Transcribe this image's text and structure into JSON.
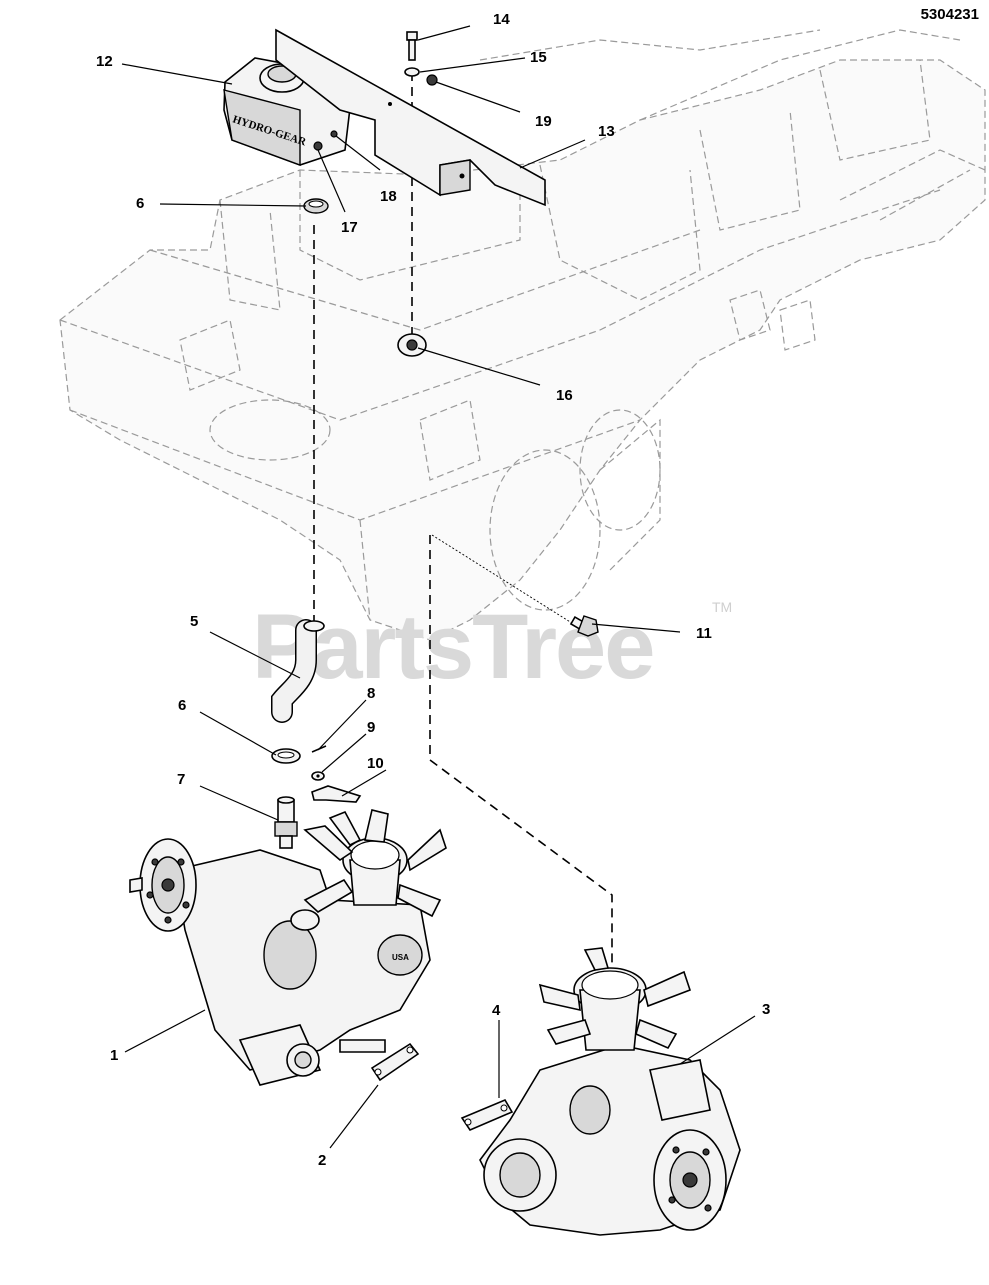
{
  "document_number": "5304231",
  "watermark": "PartsTree",
  "trademark": "TM",
  "tank_label": "HYDRO-GEAR",
  "callouts": [
    {
      "id": "1",
      "label": "1"
    },
    {
      "id": "2",
      "label": "2"
    },
    {
      "id": "3",
      "label": "3"
    },
    {
      "id": "4",
      "label": "4"
    },
    {
      "id": "5",
      "label": "5"
    },
    {
      "id": "6a",
      "label": "6"
    },
    {
      "id": "6b",
      "label": "6"
    },
    {
      "id": "7",
      "label": "7"
    },
    {
      "id": "8",
      "label": "8"
    },
    {
      "id": "9",
      "label": "9"
    },
    {
      "id": "10",
      "label": "10"
    },
    {
      "id": "11",
      "label": "11"
    },
    {
      "id": "12",
      "label": "12"
    },
    {
      "id": "13",
      "label": "13"
    },
    {
      "id": "14",
      "label": "14"
    },
    {
      "id": "15",
      "label": "15"
    },
    {
      "id": "16",
      "label": "16"
    },
    {
      "id": "17",
      "label": "17"
    },
    {
      "id": "18",
      "label": "18"
    },
    {
      "id": "19",
      "label": "19"
    }
  ]
}
